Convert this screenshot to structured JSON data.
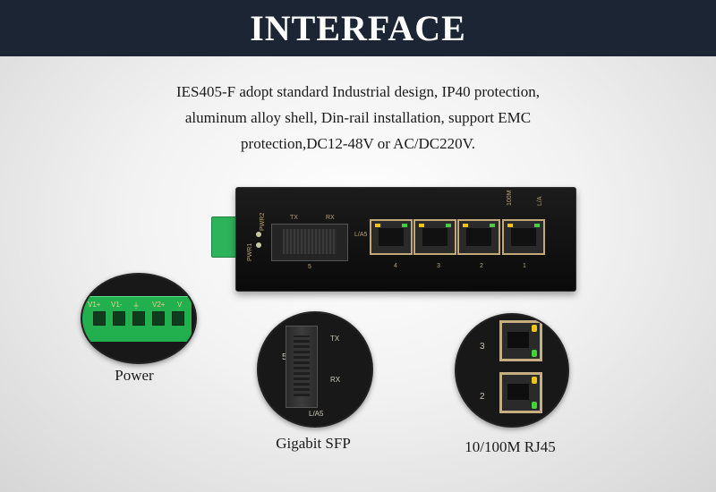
{
  "header": {
    "title": "INTERFACE"
  },
  "description": {
    "line1": "IES405-F adopt standard Industrial design, IP40 protection,",
    "line2": "aluminum alloy shell, Din-rail installation, support EMC",
    "line3": "protection,DC12-48V or AC/DC220V."
  },
  "device": {
    "pwr1": "PWR1",
    "pwr2": "PWR2",
    "sfp_tx": "TX",
    "sfp_rx": "RX",
    "sfp_num": "5",
    "la5": "L/A5",
    "speed_label": "100M",
    "la_label": "L/A",
    "ports": [
      "4",
      "3",
      "2",
      "1"
    ]
  },
  "callouts": {
    "power": {
      "label": "Power",
      "terminals": [
        "V1+",
        "V1-",
        "⏚",
        "V2+",
        "V"
      ]
    },
    "sfp": {
      "label": "Gigabit SFP",
      "tx": "TX",
      "rx": "RX",
      "num": "5",
      "la": "L/A5"
    },
    "rj45": {
      "label": "10/100M RJ45",
      "ports": [
        "3",
        "2"
      ]
    }
  },
  "colors": {
    "header_bg": "#1b2533",
    "terminal_green": "#2db35a",
    "led_yellow": "#f2c21a",
    "led_green": "#45d13c"
  }
}
